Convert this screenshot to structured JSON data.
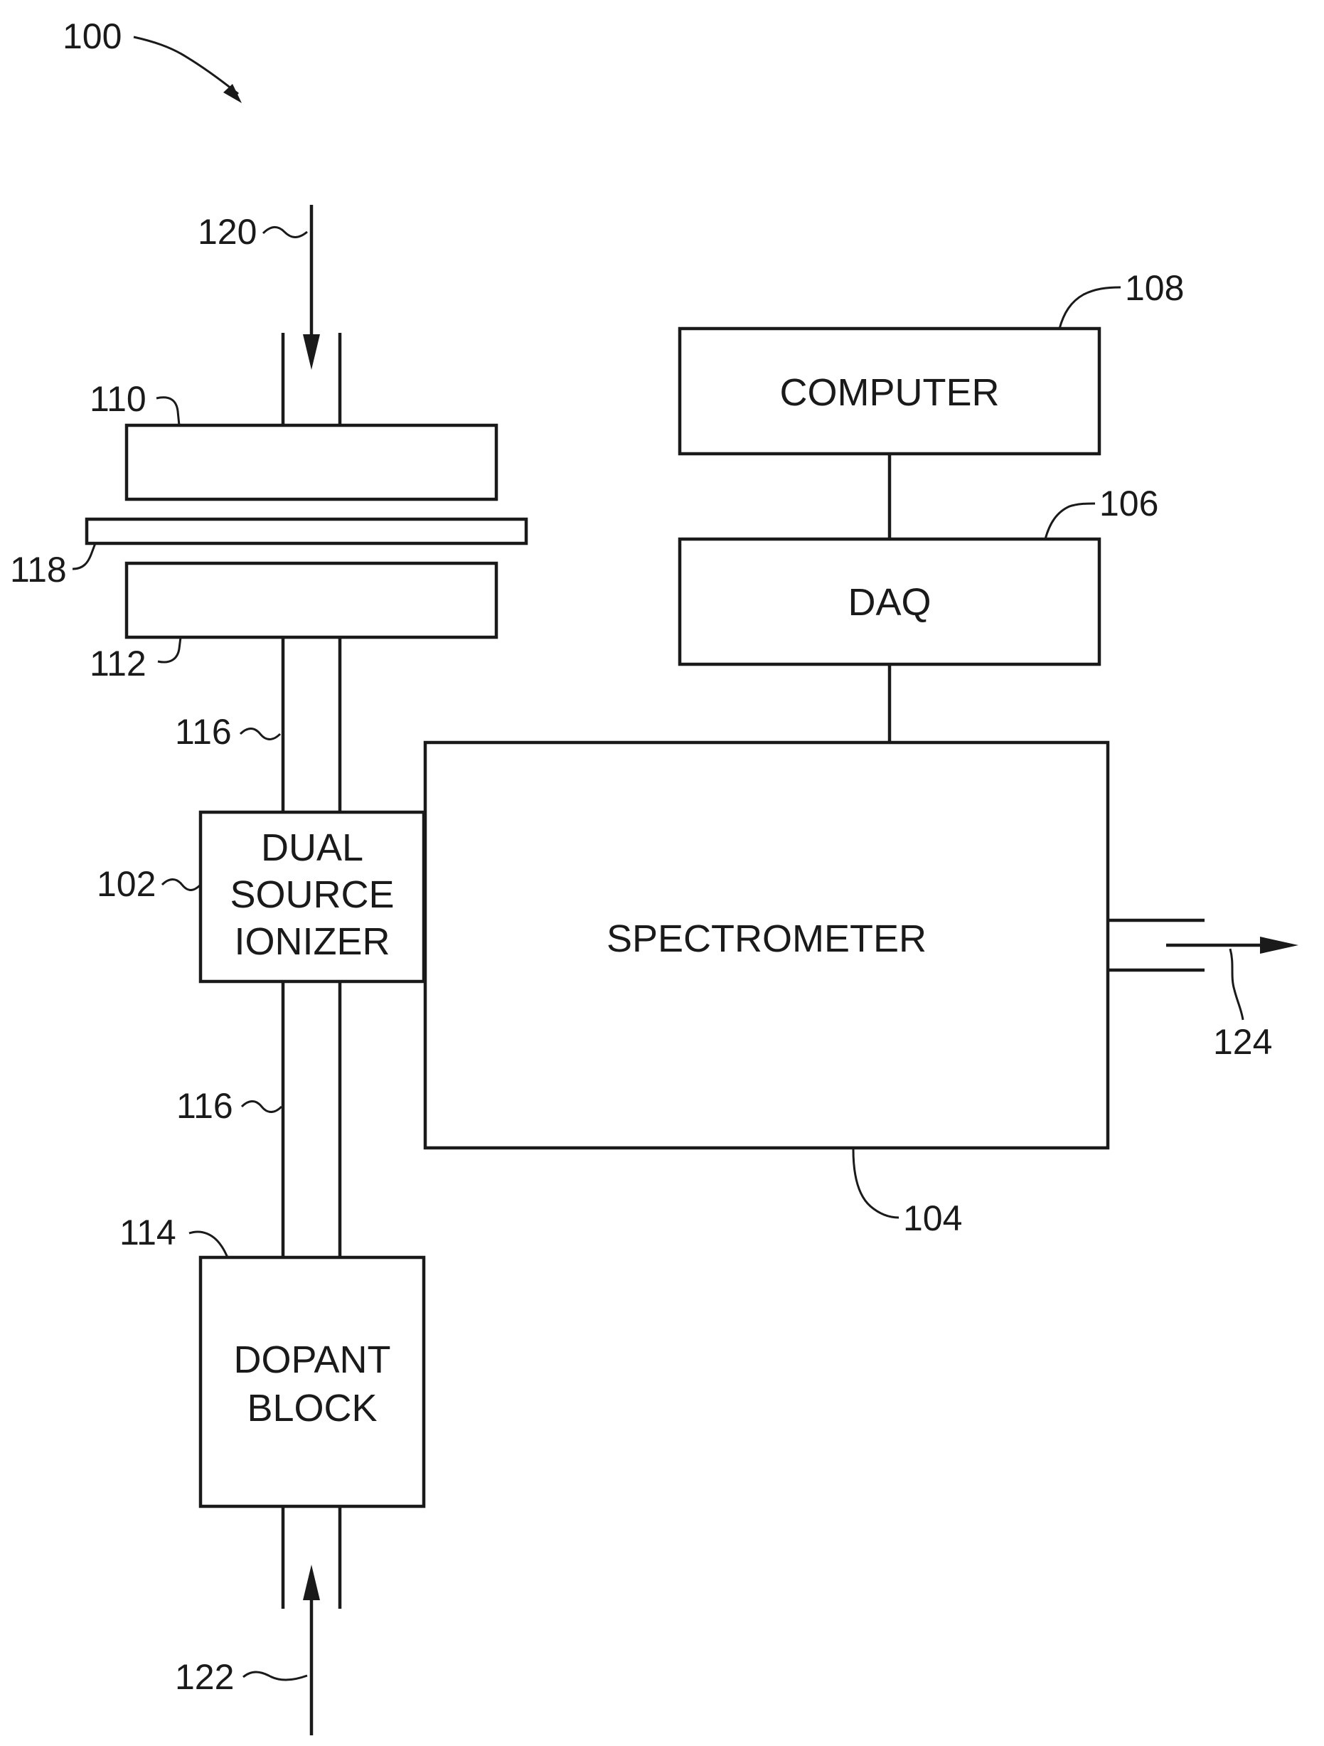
{
  "figure": {
    "ref_system": "100"
  },
  "components": {
    "computer": {
      "label": "COMPUTER",
      "ref": "108"
    },
    "daq": {
      "label": "DAQ",
      "ref": "106"
    },
    "spectrometer": {
      "label": "SPECTROMETER",
      "ref": "104"
    },
    "ionizer": {
      "label_lines": [
        "DUAL",
        "SOURCE",
        "IONIZER"
      ],
      "ref": "102"
    },
    "dopant_block": {
      "label_lines": [
        "DOPANT",
        "BLOCK"
      ],
      "ref": "114"
    },
    "upper_plate": {
      "ref": "110"
    },
    "membrane": {
      "ref": "118"
    },
    "lower_plate": {
      "ref": "112"
    },
    "conduit_upper": {
      "ref": "116"
    },
    "conduit_lower": {
      "ref": "116"
    }
  },
  "flows": {
    "sample_inlet": {
      "ref": "120"
    },
    "dopant_inlet": {
      "ref": "122"
    },
    "exhaust_outlet": {
      "ref": "124"
    }
  },
  "colors": {
    "ink": "#1a1a1a",
    "background": "#ffffff"
  }
}
